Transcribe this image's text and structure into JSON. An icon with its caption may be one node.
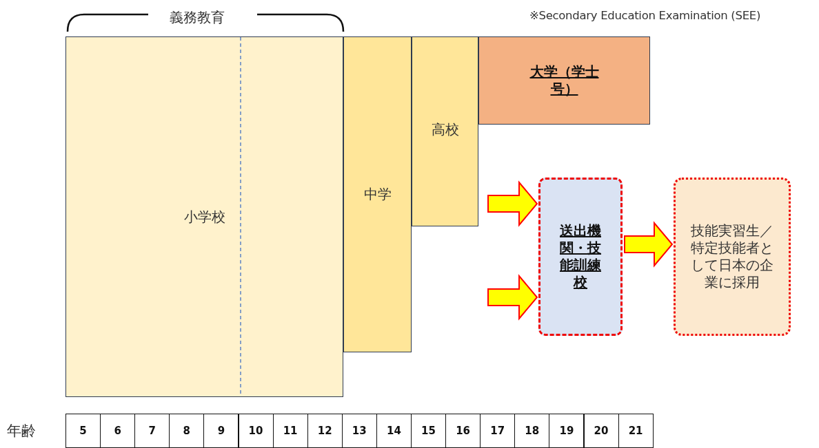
{
  "diagram": {
    "nodes": [
      {
        "text": [
          "小学校"
        ]
      },
      {
        "text": [
          "中学"
        ]
      },
      {
        "text": [
          "高校"
        ]
      },
      {
        "text": [
          "大学（学士号）"
        ]
      },
      {
        "text": [
          "送出機関・技能訓練校"
        ]
      },
      {
        "text": [
          "技能実習生／特定技能者として日本の企業に採用"
        ]
      }
    ],
    "edges": [
      {
        "from": null,
        "to": 4,
        "arrow": "to"
      },
      {
        "from": null,
        "to": 4,
        "arrow": "to"
      },
      {
        "from": 4,
        "to": 5,
        "arrow": "to"
      }
    ],
    "labels": [
      "義務教育",
      "※Secondary Education Examination (SEE)",
      "年齢",
      "5",
      "6",
      "7",
      "8",
      "9",
      "10",
      "11",
      "12",
      "13",
      "14",
      "15",
      "16",
      "17",
      "18",
      "19",
      "20",
      "21"
    ]
  }
}
